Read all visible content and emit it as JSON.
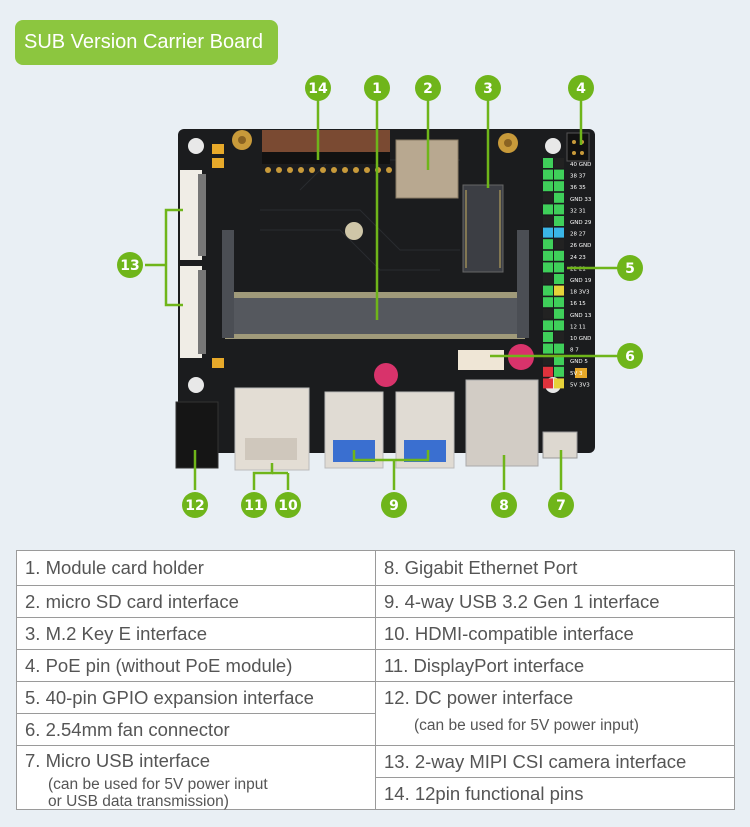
{
  "title": "SUB Version Carrier Board",
  "colors": {
    "accent_green": "#8cc63f",
    "callout_green": "#6fb51a",
    "background": "#e9eff4",
    "pcb_black": "#1b1c1e",
    "table_border": "#9a9a9a",
    "text_gray": "#555555"
  },
  "callouts": [
    "1",
    "2",
    "3",
    "4",
    "5",
    "6",
    "7",
    "8",
    "9",
    "10",
    "11",
    "12",
    "13",
    "14"
  ],
  "legend": {
    "left": [
      {
        "main": "1. Module card holder"
      },
      {
        "main": "2. micro SD card interface"
      },
      {
        "main": "3. M.2 Key E interface"
      },
      {
        "main": "4. PoE pin (without PoE module)"
      },
      {
        "main": "5. 40-pin GPIO expansion interface"
      },
      {
        "main": "6. 2.54mm fan connector"
      },
      {
        "main": "7. Micro USB interface",
        "sub1": "(can be used for 5V power input",
        "sub2": "or USB data transmission)"
      }
    ],
    "right": [
      {
        "main": "8. Gigabit Ethernet Port"
      },
      {
        "main": "9. 4-way USB 3.2 Gen 1 interface"
      },
      {
        "main": "10. HDMI-compatible interface"
      },
      {
        "main": "11. DisplayPort interface"
      },
      {
        "main": "12. DC power interface",
        "sub1": "(can be used for 5V power input)"
      },
      {
        "main": "13. 2-way MIPI CSI camera interface"
      },
      {
        "main": "14. 12pin functional pins"
      }
    ]
  },
  "gpio": {
    "rows": [
      [
        "40",
        "GND"
      ],
      [
        "38",
        "37"
      ],
      [
        "36",
        "35"
      ],
      [
        "GND",
        "33"
      ],
      [
        "32",
        "31"
      ],
      [
        "GND",
        "29"
      ],
      [
        "28",
        "27"
      ],
      [
        "26",
        "GND"
      ],
      [
        "24",
        "23"
      ],
      [
        "22",
        "21"
      ],
      [
        "GND",
        "19"
      ],
      [
        "18",
        "3V3"
      ],
      [
        "16",
        "15"
      ],
      [
        "GND",
        "13"
      ],
      [
        "12",
        "11"
      ],
      [
        "10",
        "GND"
      ],
      [
        "8",
        "7"
      ],
      [
        "GND",
        "5"
      ],
      [
        "5V",
        "3"
      ],
      [
        "5V",
        "3V3"
      ]
    ]
  }
}
